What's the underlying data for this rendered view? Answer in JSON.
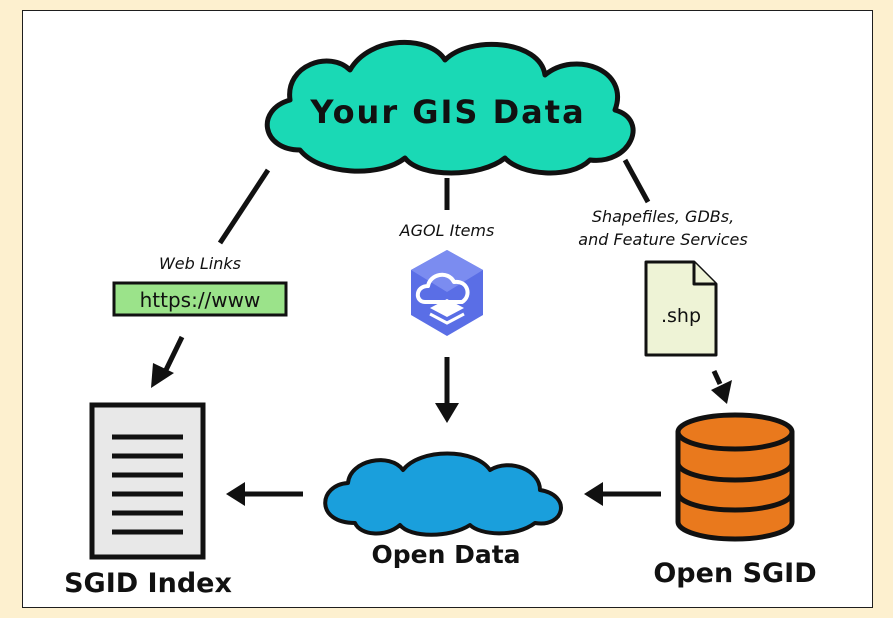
{
  "diagram": {
    "title": "Your GIS Data",
    "flows": {
      "web_links_label": "Web Links",
      "url_box_text": "https://www",
      "agol_label": "AGOL Items",
      "files_label_line1": "Shapefiles, GDBs,",
      "files_label_line2": "and Feature Services",
      "file_extension": ".shp"
    },
    "destinations": {
      "sgid_index": "SGID Index",
      "open_data": "Open Data",
      "open_sgid": "Open SGID"
    }
  },
  "colors": {
    "background": "#fdf0cf",
    "title_cloud": "#1ad9b5",
    "open_data_cloud": "#1a9fdc",
    "url_box": "#9be38a",
    "file_icon": "#eef3d6",
    "database": "#e9791d",
    "agol_icon": "#5a6ee6"
  }
}
